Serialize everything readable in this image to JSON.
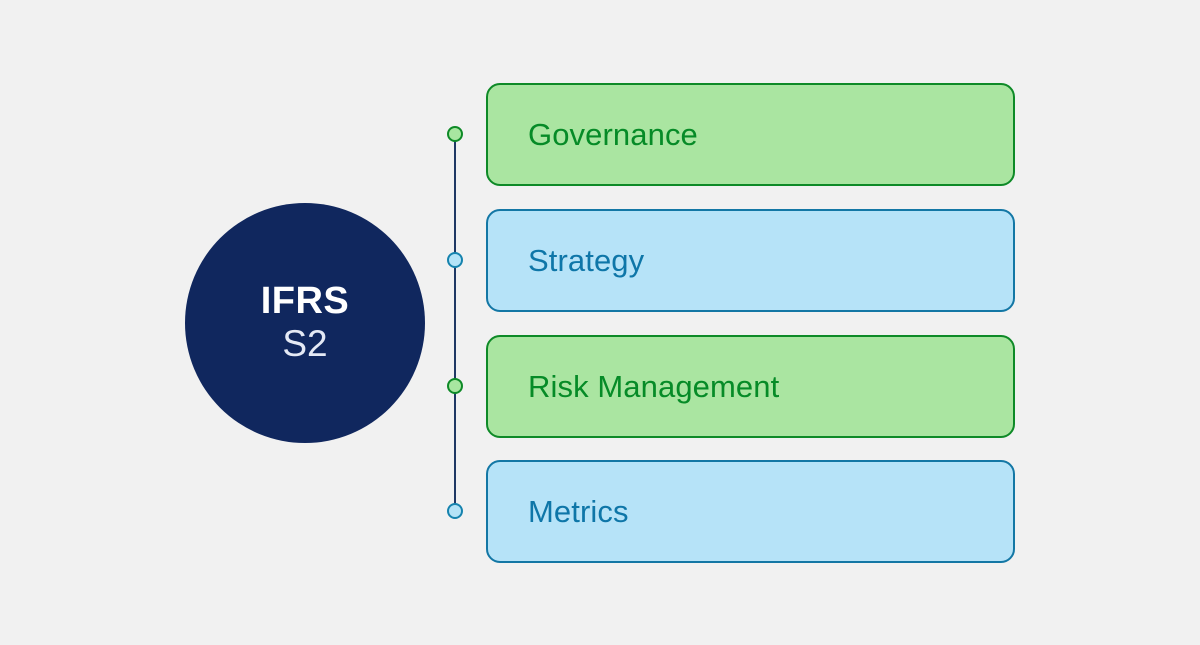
{
  "background_color": "#f1f1f1",
  "center": {
    "name": "IFRS S2",
    "line_1": "IFRS",
    "line_2": "S2",
    "fill_color": "#10275e",
    "line_1_color": "#ffffff",
    "line_2_color": "#e4e9f5"
  },
  "connector": {
    "line_color": "#1f3864"
  },
  "pillars": [
    {
      "label": "Governance",
      "theme": "green",
      "fill_color": "#aae5a1",
      "border_color": "#0e8a27",
      "text_color": "#068b27",
      "dot_fill": "#a8e6a0",
      "dot_border": "#0e8a27"
    },
    {
      "label": "Strategy",
      "theme": "blue",
      "fill_color": "#b6e3f8",
      "border_color": "#1377a5",
      "text_color": "#0e76a8",
      "dot_fill": "#b4e3f7",
      "dot_border": "#1683ae"
    },
    {
      "label": "Risk Management",
      "theme": "green",
      "fill_color": "#aae5a1",
      "border_color": "#0e8a27",
      "text_color": "#068b27",
      "dot_fill": "#a8e6a0",
      "dot_border": "#0e8a27"
    },
    {
      "label": "Metrics",
      "theme": "blue",
      "fill_color": "#b6e3f8",
      "border_color": "#1377a5",
      "text_color": "#0e76a8",
      "dot_fill": "#b4e3f7",
      "dot_border": "#1683ae"
    }
  ]
}
